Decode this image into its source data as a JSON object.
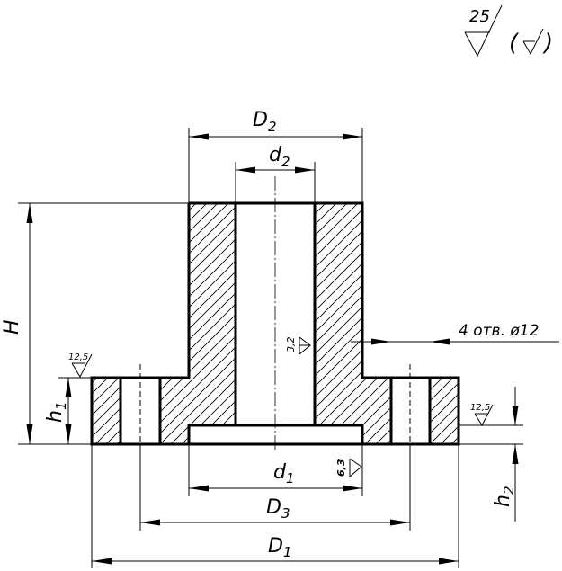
{
  "roughness": {
    "general_value": "25",
    "hole_bore": "3,2",
    "recess": "6,3",
    "flange_left": "12,5",
    "flange_right": "12,5"
  },
  "dimensions": {
    "D2": {
      "main": "D",
      "sub": "2"
    },
    "d2": {
      "main": "d",
      "sub": "2"
    },
    "H": {
      "main": "H",
      "sub": ""
    },
    "h1": {
      "main": "h",
      "sub": "1"
    },
    "h2": {
      "main": "h",
      "sub": "2"
    },
    "d1": {
      "main": "d",
      "sub": "1"
    },
    "D3": {
      "main": "D",
      "sub": "3"
    },
    "D1": {
      "main": "D",
      "sub": "1"
    }
  },
  "holes_note": "4 отв. ø12"
}
